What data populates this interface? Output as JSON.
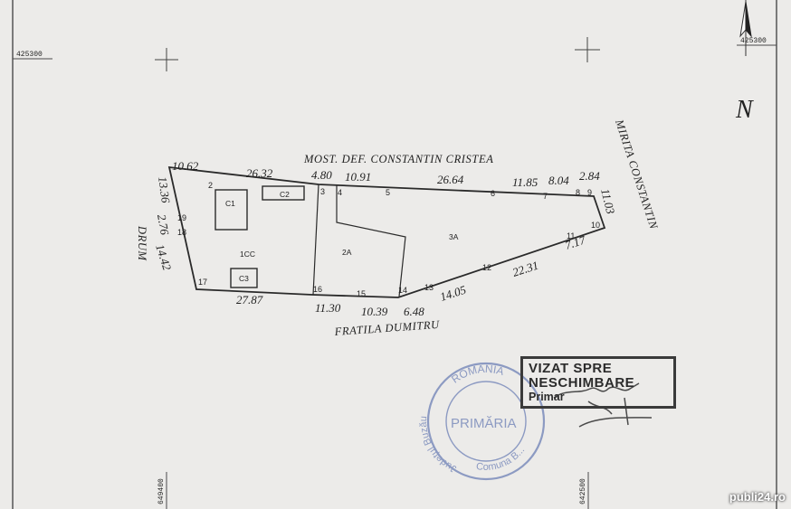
{
  "plan": {
    "north": "N",
    "coords": {
      "top_left": "425300",
      "top_right": "425300",
      "bottom_left": "649400",
      "bottom_right": "642500"
    },
    "neighbors": {
      "top": "MOST. DEF. CONSTANTIN CRISTEA",
      "right": "MIRITA CONSTANTIN",
      "bottom": "FRATILA DUMITRU",
      "left": "DRUM"
    },
    "dimensions": {
      "d1": "10.62",
      "d2": "26.32",
      "d3": "4.80",
      "d4": "10.91",
      "d5": "26.64",
      "d6": "11.85",
      "d7": "8.04",
      "d8": "2.84",
      "d9": "11.03",
      "d10": "7.17",
      "d11": "22.31",
      "d12": "14.05",
      "d13": "6.48",
      "d14": "10.39",
      "d15": "11.30",
      "d16": "27.87",
      "d17": "14.42",
      "d18": "2.76",
      "d19": "13.36"
    },
    "points": [
      "2",
      "3",
      "4",
      "5",
      "6",
      "7",
      "8",
      "9",
      "10",
      "11",
      "12",
      "13",
      "14",
      "15",
      "16",
      "17",
      "18",
      "19"
    ],
    "lots": {
      "c1": "C1",
      "c2": "C2",
      "c3": "C3",
      "l1": "1CC",
      "l2": "2A",
      "l3": "3A"
    }
  },
  "stamp": {
    "line1": "VIZAT SPRE",
    "line2": "NESCHIMBARE",
    "line3": "Primar"
  },
  "seal": {
    "top": "ROMÂNIA",
    "center": "PRIMĂRIA",
    "left_arc": "Județul Buzău",
    "bottom_arc": "Comuna B..."
  },
  "watermark": "publi24.ro"
}
